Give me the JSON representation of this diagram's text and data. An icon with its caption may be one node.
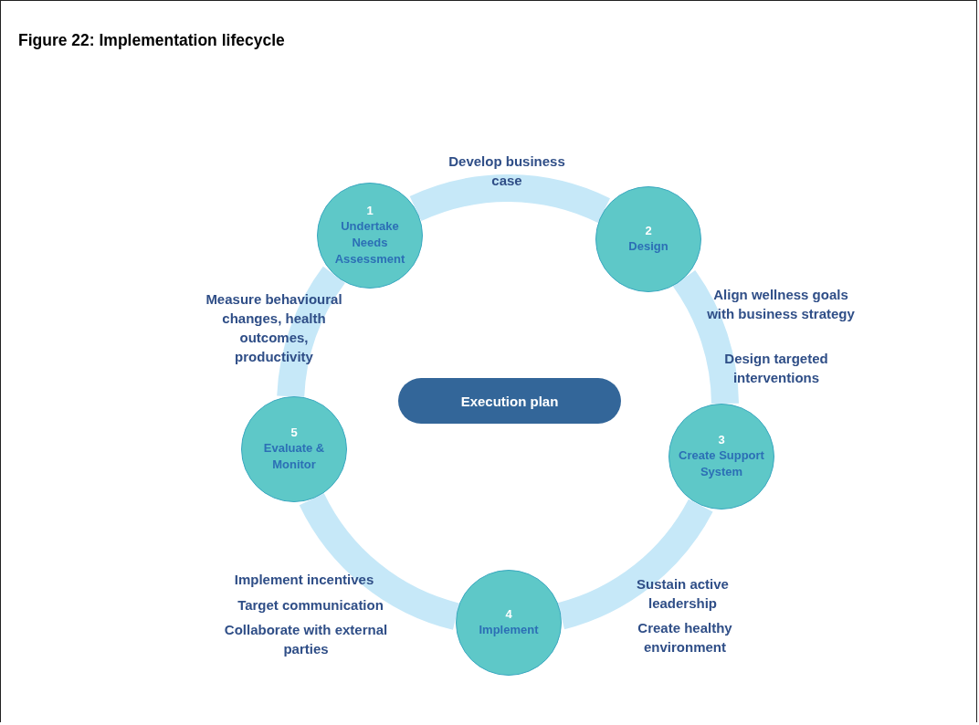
{
  "diagram": {
    "title": "Figure 22: Implementation lifecycle",
    "nodes": [
      {
        "text": [
          "1",
          "Undertake Needs Assessment"
        ]
      },
      {
        "text": [
          "2",
          "Design"
        ]
      },
      {
        "text": [
          "3",
          "Create Support System"
        ]
      },
      {
        "text": [
          "4",
          "Implement"
        ]
      },
      {
        "text": [
          "5",
          "Evaluate & Monitor"
        ]
      },
      {
        "text": [
          "Execution plan"
        ]
      }
    ],
    "edges": [
      {
        "from": 0,
        "to": 1,
        "arrow": "none"
      },
      {
        "from": 1,
        "to": 2,
        "arrow": "none"
      },
      {
        "from": 2,
        "to": 3,
        "arrow": "none"
      },
      {
        "from": 3,
        "to": 4,
        "arrow": "none"
      },
      {
        "from": 4,
        "to": 0,
        "arrow": "none"
      }
    ],
    "labels": [
      "Develop business case",
      "Align wellness goals with business strategy",
      "Design targeted interventions",
      "Measure behavioural changes, health outcomes, productivity",
      "Implement incentives",
      "Target communication",
      "Collaborate with external parties",
      "Sustain active leadership",
      "Create healthy environment"
    ]
  }
}
